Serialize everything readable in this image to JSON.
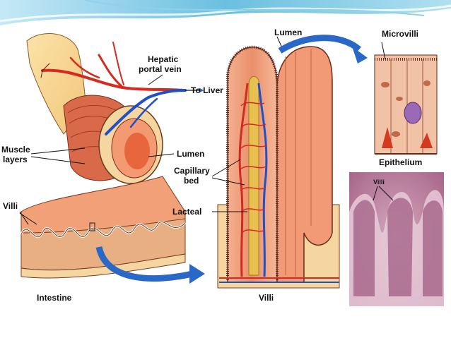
{
  "colors": {
    "banner_blue": "#5ab8dc",
    "flesh": "#f0a07a",
    "muscle": "#d86a4a",
    "artery": "#d42a20",
    "vein": "#2050c8",
    "lacteal": "#e8c050",
    "histology": "#b3708f",
    "arrow_blue": "#2a68c8"
  },
  "icons": [
    "curved-arrow-icon"
  ],
  "labels": {
    "hepatic_line1": "Hepatic",
    "hepatic_line2": "portal vein",
    "to_liver": "To Liver",
    "muscle_line1": "Muscle",
    "muscle_line2": "layers",
    "lumen_left": "Lumen",
    "villi_left": "Villi",
    "intestine": "Intestine",
    "lumen_top": "Lumen",
    "capillary_line1": "Capillary",
    "capillary_line2": "bed",
    "lacteal": "Lacteal",
    "villi_bottom": "Villi",
    "microvilli": "Microvilli",
    "epithelium": "Epithelium",
    "villi_micrograph": "Villi"
  }
}
